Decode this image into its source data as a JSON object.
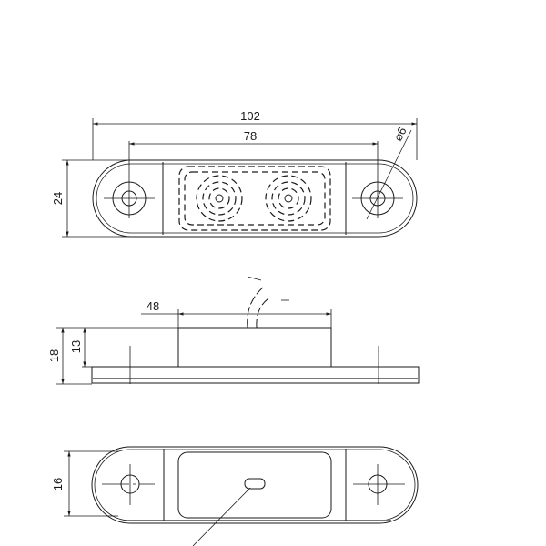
{
  "drawing": {
    "top_view": {
      "overall_length": "102",
      "hole_spacing": "78",
      "height": "24",
      "hole_diameter": "⌀6"
    },
    "side_view": {
      "lens_length": "48",
      "total_height": "18",
      "body_height": "13"
    },
    "bottom_view": {
      "width": "16"
    },
    "colors": {
      "line": "#1a1a1a",
      "background": "#ffffff"
    }
  }
}
